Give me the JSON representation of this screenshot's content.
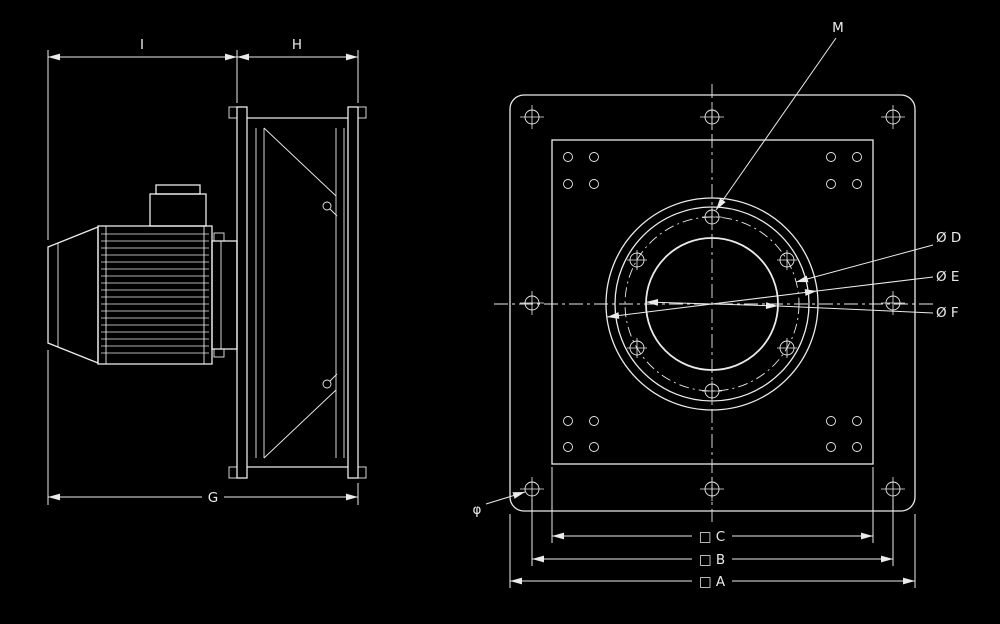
{
  "app": {
    "type": "technical-drawing",
    "background": "#000000",
    "line_color": "#ebebeb"
  },
  "side_view": {
    "dim_i": "I",
    "dim_h": "H",
    "dim_g": "G"
  },
  "front_view": {
    "label_m": "M",
    "dia_d": "Ø D",
    "dia_e": "Ø E",
    "dia_f": "Ø F",
    "hole_dia": "φ",
    "dim_c": "□ C",
    "dim_b": "□ B",
    "dim_a": "□ A"
  }
}
